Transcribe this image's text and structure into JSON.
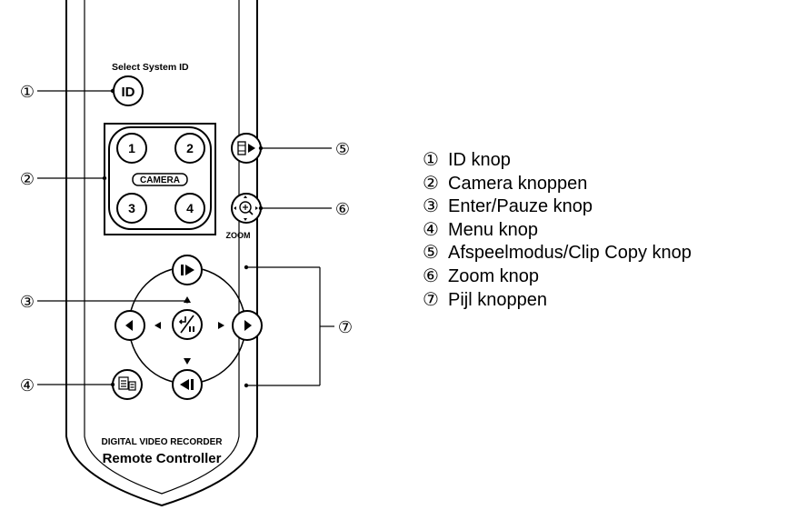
{
  "remote": {
    "header_label": "Select System ID",
    "id_label": "ID",
    "camera_label": "CAMERA",
    "camera_buttons": [
      "1",
      "2",
      "3",
      "4"
    ],
    "zoom_label": "ZOOM",
    "brand_line1": "DIGITAL VIDEO RECORDER",
    "brand_line2": "Remote Controller"
  },
  "callouts": [
    "①",
    "②",
    "③",
    "④",
    "⑤",
    "⑥",
    "⑦"
  ],
  "legend": [
    {
      "number": "①",
      "text": "ID knop"
    },
    {
      "number": "②",
      "text": "Camera knoppen"
    },
    {
      "number": "③",
      "text": "Enter/Pauze knop"
    },
    {
      "number": "④",
      "text": "Menu knop"
    },
    {
      "number": "⑤",
      "text": "Afspeelmodus/Clip Copy knop"
    },
    {
      "number": "⑥",
      "text": "Zoom knop"
    },
    {
      "number": "⑦",
      "text": "Pijl knoppen"
    }
  ]
}
